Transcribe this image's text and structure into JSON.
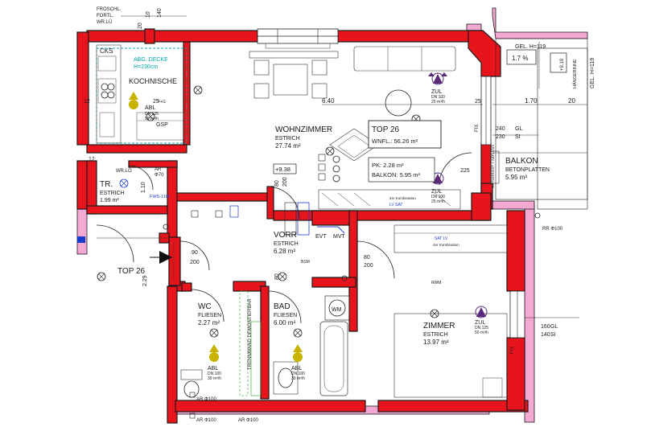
{
  "unit": {
    "name": "TOP 26",
    "area_label": "WNFL.: 56.26 m²",
    "pk_label": "PK: 2.28 m²",
    "balkon_label": "BALKON: 5.95 m²"
  },
  "rooms": {
    "kochnische": "KOCHNISCHE",
    "wohnzimmer": "WOHNZIMMER",
    "wohnzimmer_floor": "ESTRICH",
    "wohnzimmer_area": "27.74 m²",
    "abr_decke": "ABG. DECKE",
    "abr_decke_h": "H=230cm",
    "tr": "TR.",
    "tr_floor": "ESTRICH",
    "tr_area": "1.99 m²",
    "vorr": "VORR",
    "vorr_floor": "ESTRICH",
    "vorr_area": "6.28 m²",
    "wc": "WC",
    "wc_floor": "FLIESEN",
    "wc_area": "2.27 m²",
    "bad": "BAD",
    "bad_floor": "FLIESEN",
    "bad_area": "6.00 m²",
    "zimmer": "ZIMMER",
    "zimmer_floor": "ESTRICH",
    "zimmer_area": "13.97 m²",
    "balkon": "BALKON",
    "balkon_floor": "BETONPLATTEN",
    "balkon_area": "5.95 m²",
    "top_entry": "TOP 26"
  },
  "header_notes": {
    "l1": "FROSCHL.",
    "l2": "FORTL.",
    "l3": "WR.LÜ",
    "gel_top": "GEL. H=119",
    "gel_side": "GEL. H=119",
    "haengerinne": "HÄNGERINNE",
    "slope": "1.7 %"
  },
  "dimensions": {
    "d640": "6.40",
    "d170": "1.70",
    "d20a": "20",
    "d20b": "20",
    "d25a": "25",
    "d25b": "25",
    "d10a": "10",
    "d12a": "12",
    "d12b": "12",
    "d160": "160",
    "d140a": "140",
    "d140b": "140",
    "d240": "240",
    "d230": "230",
    "gl": "GL",
    "si": "SI",
    "gl2": "GL",
    "si2": "SI",
    "d80a": "80",
    "d80b": "80",
    "d80c": "80",
    "d200a": "200",
    "d200b": "200",
    "d200c": "200",
    "d225": "225",
    "d90": "90",
    "d229": "2.29",
    "d938": "+9.38",
    "d919": "+9.19",
    "d110": "1.10"
  },
  "labels": {
    "cks": "CKS",
    "gsp": "GSP",
    "abl1": "ABL",
    "abl_dn1": "DN 125",
    "abl_rate1": "50 m³/h",
    "zul1": "ZUL",
    "zul_dn1": "DN 100",
    "zul_rate1": "25 m³/h",
    "zul2": "ZUL",
    "zul_dn2": "DN 100",
    "zul_rate2": "25 m³/h",
    "zul3": "ZUL",
    "zul_dn3": "DN 125",
    "zul_rate3": "50 m³/h",
    "abl2": "ABL",
    "abl_dn2": "DN 100",
    "abl_rate2": "30 m³/h",
    "abl3": "ABL",
    "abl_dn3": "DN 100",
    "abl_rate3": "30 m³/h",
    "evt": "EVT",
    "mvt": "MVT",
    "wm": "WM",
    "fws": "FWS-110L",
    "wr_lo": "WR.LO",
    "trennwand": "TRENNWAND DEMONTIERBAR",
    "ar1": "AR Φ100",
    "ar2": "AR Φ100",
    "ar3": "AR Φ100",
    "rr": "RR Φ100",
    "fix": "FIX",
    "fix2": "FIX",
    "kombi1": "4er Kombination",
    "kombi2": "4er Kombination",
    "gitter": "GITTERROST + ABFLUSS",
    "lv_sat": "LV SAT",
    "sat_lv": "SAT LV",
    "ar_small": "AR",
    "ph70": "Φ70",
    "fg": "F+G",
    "rwm": "RWM",
    "bsm": "BSM"
  },
  "colors": {
    "wall": "#e8141c",
    "exterior": "#f4a8d4",
    "zul": "#5a2a7a",
    "abl": "#c8b400",
    "kitchen_outline": "#00a8a8",
    "green_note": "#28a028",
    "blue_elec": "#1a3cc8"
  }
}
